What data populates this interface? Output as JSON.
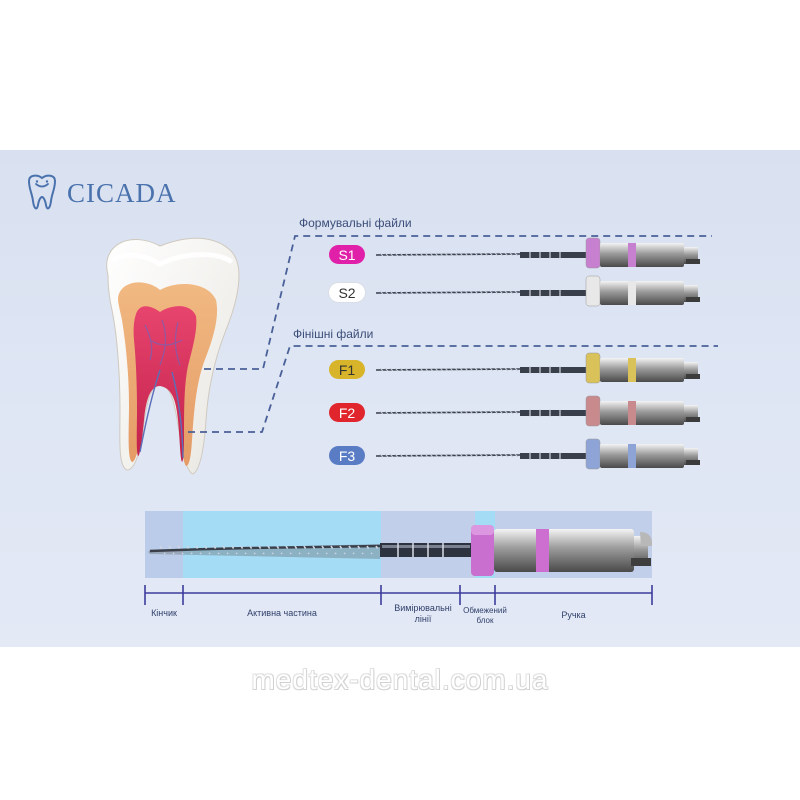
{
  "brand": {
    "name": "CICADA",
    "color": "#4a72ad",
    "logo_icon": "tooth-smile-icon"
  },
  "groups": {
    "shaping": {
      "label": "Формувальні файли"
    },
    "finishing": {
      "label": "Фінішні файли"
    }
  },
  "files": [
    {
      "code": "S1",
      "badge_color": "#e020a8",
      "text_color": "#ffffff",
      "ring_color": "#c77fd0"
    },
    {
      "code": "S2",
      "badge_color": "#ffffff",
      "text_color": "#333333",
      "ring_color": "#e8e8e8"
    },
    {
      "code": "F1",
      "badge_color": "#d8b42a",
      "text_color": "#333333",
      "ring_color": "#d9c25a"
    },
    {
      "code": "F2",
      "badge_color": "#e0262c",
      "text_color": "#ffffff",
      "ring_color": "#c98a8e"
    },
    {
      "code": "F3",
      "badge_color": "#5a7cc4",
      "text_color": "#ffffff",
      "ring_color": "#8fa4d6"
    }
  ],
  "anatomy": {
    "tip": "Кінчик",
    "active_part": "Активна частина",
    "measuring_lines": "Вимірювальні лінії",
    "stop_block": "Обмежений блок",
    "handle": "Ручка"
  },
  "watermark": "medtex-dental.com.ua"
}
